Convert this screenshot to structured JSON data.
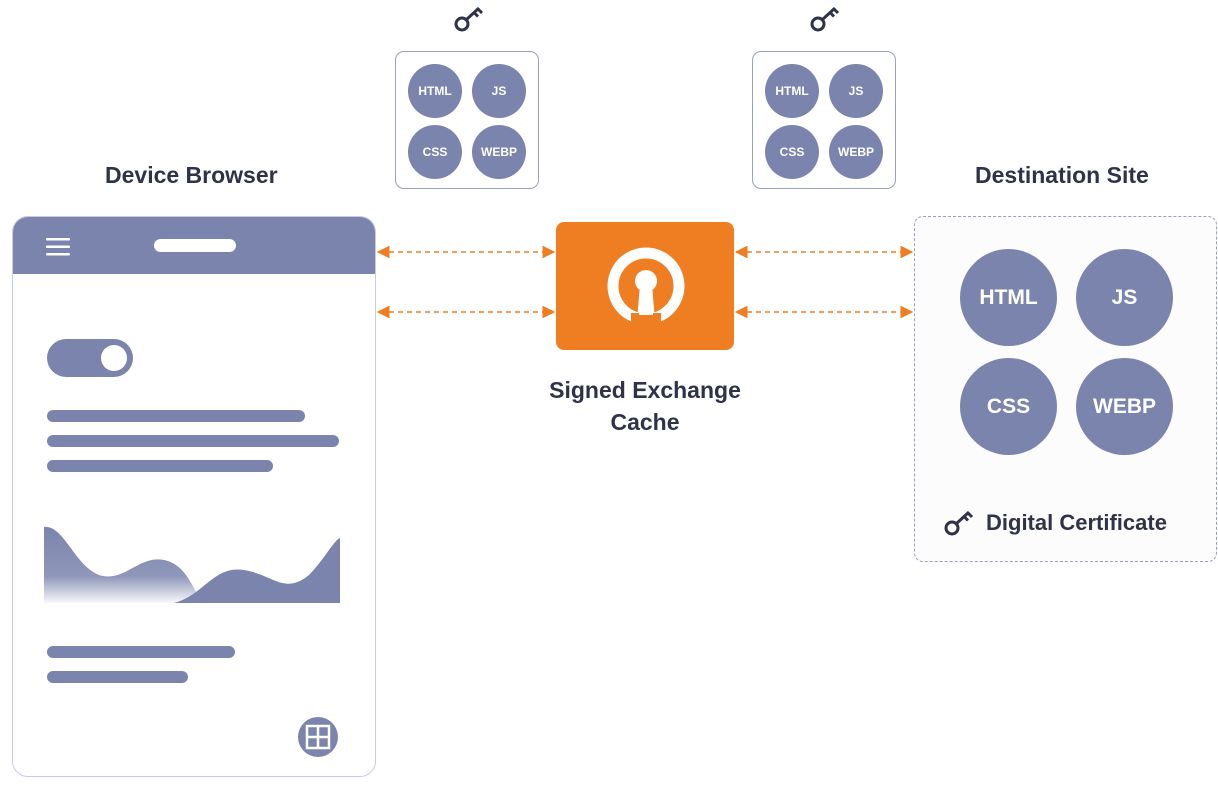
{
  "device": {
    "title": "Device Browser"
  },
  "cache": {
    "label_line1": "Signed Exchange",
    "label_line2": "Cache"
  },
  "destination": {
    "title": "Destination Site",
    "assets": [
      "HTML",
      "JS",
      "CSS",
      "WEBP"
    ],
    "certificate_label": "Digital Certificate"
  },
  "bundle_left": {
    "assets": [
      "HTML",
      "JS",
      "CSS",
      "WEBP"
    ]
  },
  "bundle_right": {
    "assets": [
      "HTML",
      "JS",
      "CSS",
      "WEBP"
    ]
  },
  "colors": {
    "accent": "#ef7d22",
    "asset": "#7b84ad",
    "text": "#2f3347",
    "arrow": "#ef7d22"
  },
  "icons": [
    "key-icon",
    "keyhole-icon",
    "hamburger-icon",
    "toggle-icon",
    "plus-grid-icon"
  ]
}
